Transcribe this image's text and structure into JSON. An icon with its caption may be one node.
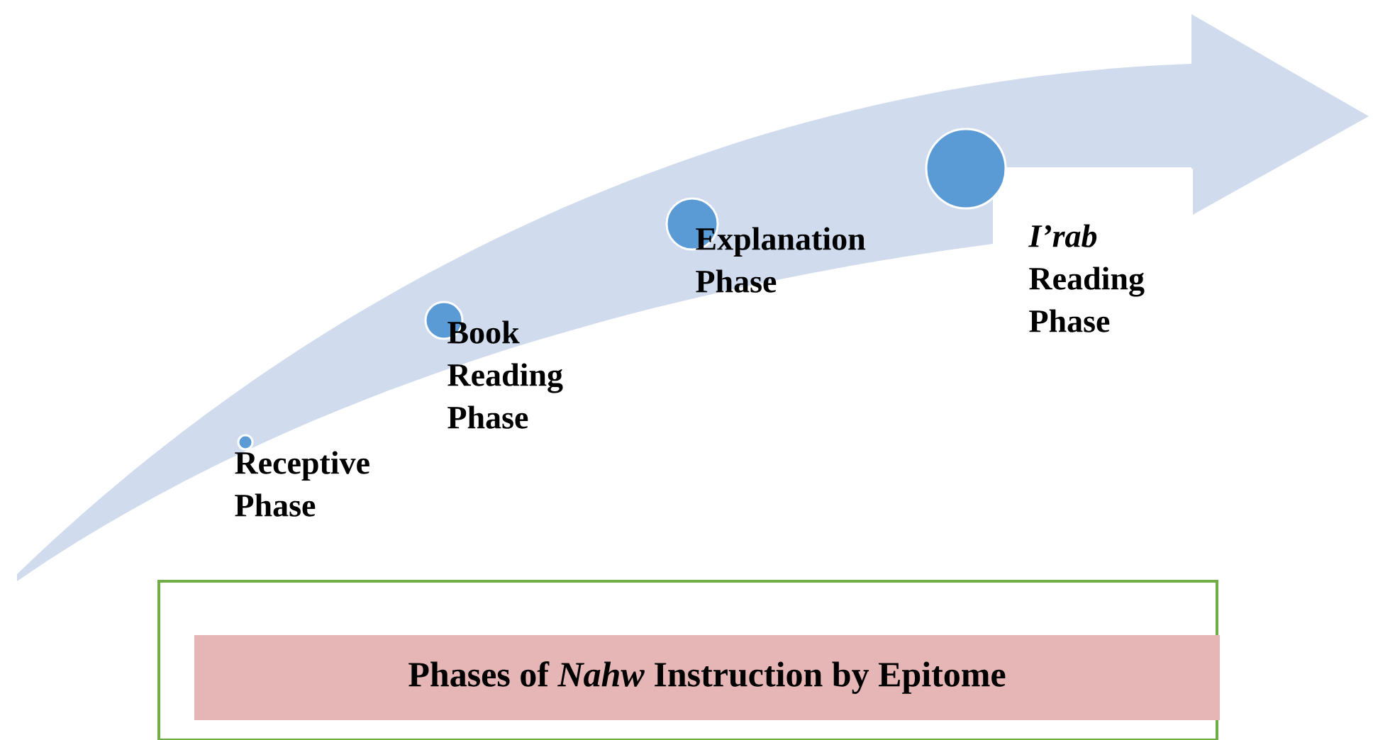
{
  "diagram": {
    "nodes": [
      {
        "text": [],
        "shape": "box"
      },
      {
        "text": [
          "Phases of *Nahw* Instruction by Epitome"
        ],
        "in": 0
      }
    ],
    "labels": [
      "*I’rab* Reading Phase",
      "Explanation Phase",
      "Book Reading Phase",
      "Receptive Phase"
    ]
  }
}
